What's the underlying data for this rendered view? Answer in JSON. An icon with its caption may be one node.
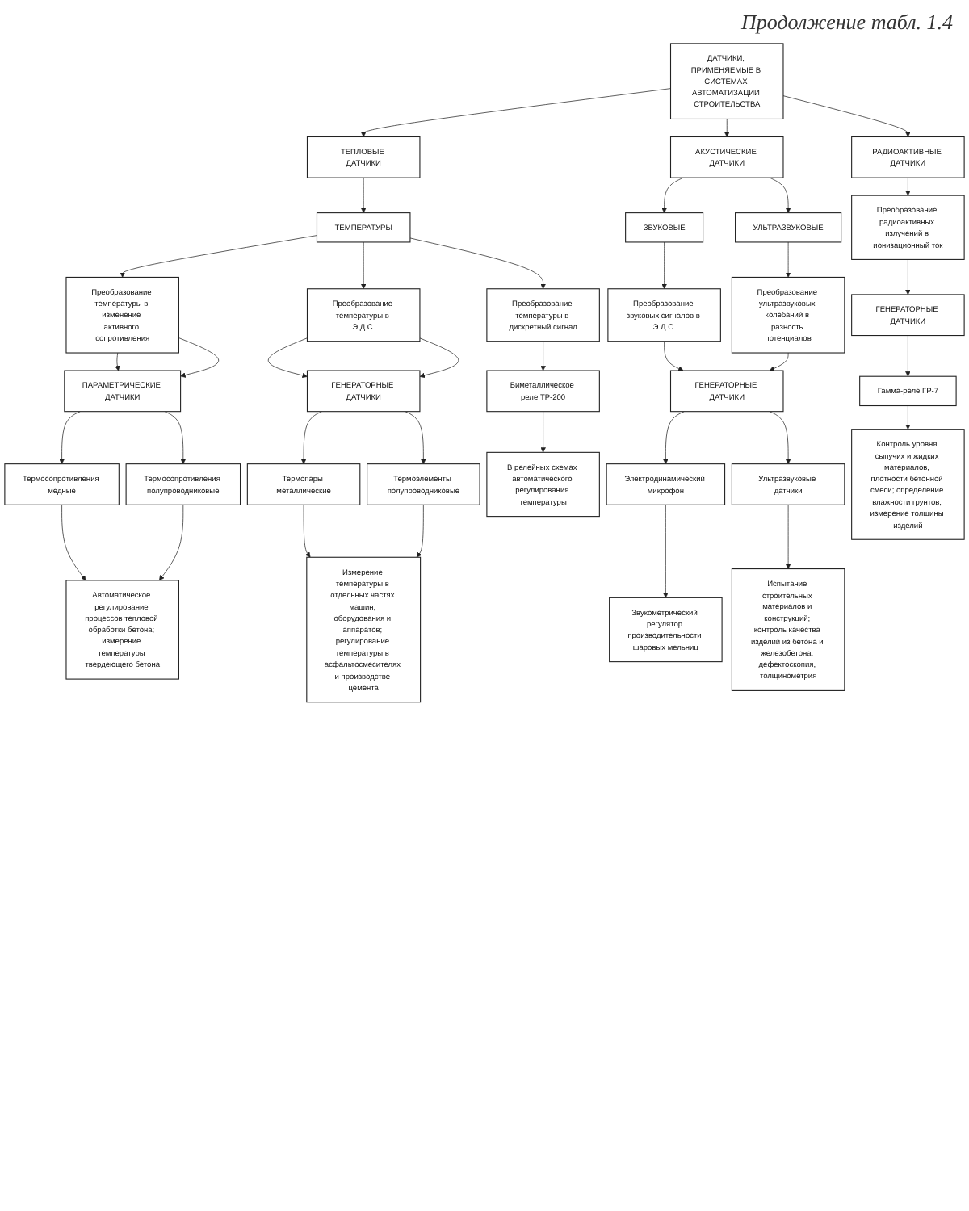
{
  "diagram": {
    "nodes": [
      {
        "text": [
          "ДАТЧИКИ, ПРИМЕНЯЕМЫЕ В СИСТЕМАХ АВТОМАТИЗАЦИИ СТРОИТЕЛЬСТВА"
        ]
      },
      {
        "text": [
          "ТЕПЛОВЫЕ ДАТЧИКИ"
        ]
      },
      {
        "text": [
          "АКУСТИЧЕСКИЕ ДАТЧИКИ"
        ]
      },
      {
        "text": [
          "РАДИОАКТИВНЫЕ ДАТЧИКИ"
        ]
      },
      {
        "text": [
          "ТЕМПЕРАТУРЫ"
        ]
      },
      {
        "text": [
          "ЗВУКОВЫЕ"
        ]
      },
      {
        "text": [
          "УЛЬТРАЗВУКОВЫЕ"
        ]
      },
      {
        "text": [
          "Преобразование температуры в изменение активного сопротивления"
        ]
      },
      {
        "text": [
          "Преобразование температуры в Э.Д.С."
        ]
      },
      {
        "text": [
          "Преобразование температуры в дискретный сигнал"
        ]
      },
      {
        "text": [
          "Преобразование звуковых сигналов в Э.Д.С."
        ]
      },
      {
        "text": [
          "Преобразование ультразвуковых колебаний в разность потенциалов"
        ]
      },
      {
        "text": [
          "Преобразование радиоактивных излучений в ионизационный ток"
        ]
      },
      {
        "text": [
          "ПАРАМЕТРИЧЕСКИЕ ДАТЧИКИ"
        ]
      },
      {
        "text": [
          "ГЕНЕРАТОРНЫЕ ДАТЧИКИ"
        ]
      },
      {
        "text": [
          "ГЕНЕРАТОРНЫЕ ДАТЧИКИ"
        ]
      },
      {
        "text": [
          "ГЕНЕРАТОРНЫЕ ДАТЧИКИ"
        ]
      },
      {
        "text": [
          "Термосопротивления медные"
        ]
      },
      {
        "text": [
          "Термосопротивления полупроводниковые"
        ]
      },
      {
        "text": [
          "Термопары металлические"
        ]
      },
      {
        "text": [
          "Термоэлементы полупроводниковые"
        ]
      },
      {
        "text": [
          "Биметаллическое реле ТР-200"
        ]
      },
      {
        "text": [
          "Электродинамический микрофон"
        ]
      },
      {
        "text": [
          "Ультразвуковые датчики"
        ]
      },
      {
        "text": [
          "Гамма-реле ГР-7"
        ]
      },
      {
        "text": [
          "Автоматическое регулирование процессов тепловой обработки бетона; измерение температуры твердеющего бетона"
        ]
      },
      {
        "text": [
          "Измерение температуры в отдельных частях машин, оборудования и аппаратов; регулирование температуры в асфальтосмесителях и производстве цемента"
        ]
      },
      {
        "text": [
          "В релейных схемах автоматического регулирования температуры"
        ]
      },
      {
        "text": [
          "Звукометрический регулятор производительности шаровых мельниц"
        ]
      },
      {
        "text": [
          "Испытание строительных материалов и конструкций; контроль качества изделий из бетона и железобетона, дефектоскопия, толщинометрия"
        ]
      },
      {
        "text": [
          "Контроль уровня сыпучих и жидких материалов, плотности бетонной смеси; определение влажности грунтов; измерение толщины изделий"
        ]
      }
    ],
    "edges": [
      {
        "from": 0,
        "to": 1,
        "arrow": "to"
      },
      {
        "from": 0,
        "to": 2,
        "arrow": "to"
      },
      {
        "from": 0,
        "to": 3,
        "arrow": "to"
      },
      {
        "from": 1,
        "to": 4,
        "arrow": "to"
      },
      {
        "from": 2,
        "to": 5,
        "arrow": "to"
      },
      {
        "from": 2,
        "to": 6,
        "arrow": "to"
      },
      {
        "from": 4,
        "to": 7,
        "arrow": "to"
      },
      {
        "from": 4,
        "to": 8,
        "arrow": "to"
      },
      {
        "from": 4,
        "to": 9,
        "arrow": "to"
      },
      {
        "from": 5,
        "to": 10,
        "arrow": "to"
      },
      {
        "from": 6,
        "to": 11,
        "arrow": "to"
      },
      {
        "from": 3,
        "to": 12,
        "arrow": "to"
      },
      {
        "from": 7,
        "to": 13,
        "arrow": "to"
      },
      {
        "from": 7,
        "to": 13,
        "arrow": "to"
      },
      {
        "from": 8,
        "to": 14,
        "arrow": "to"
      },
      {
        "from": 8,
        "to": 14,
        "arrow": "to"
      },
      {
        "from": 9,
        "to": 21,
        "arrow": "to"
      },
      {
        "from": 10,
        "to": 15,
        "arrow": "to"
      },
      {
        "from": 11,
        "to": 15,
        "arrow": "to"
      },
      {
        "from": 12,
        "to": 16,
        "arrow": "to"
      },
      {
        "from": 13,
        "to": 17,
        "arrow": "to"
      },
      {
        "from": 13,
        "to": 18,
        "arrow": "to"
      },
      {
        "from": 14,
        "to": 19,
        "arrow": "to"
      },
      {
        "from": 14,
        "to": 20,
        "arrow": "to"
      },
      {
        "from": 15,
        "to": 22,
        "arrow": "to"
      },
      {
        "from": 15,
        "to": 23,
        "arrow": "to"
      },
      {
        "from": 16,
        "to": 24,
        "arrow": "to"
      },
      {
        "from": 17,
        "to": 25,
        "arrow": "to"
      },
      {
        "from": 18,
        "to": 25,
        "arrow": "to"
      },
      {
        "from": 19,
        "to": 26,
        "arrow": "to"
      },
      {
        "from": 20,
        "to": 26,
        "arrow": "to"
      },
      {
        "from": 21,
        "to": 27,
        "arrow": "to"
      },
      {
        "from": 22,
        "to": 28,
        "arrow": "to"
      },
      {
        "from": 23,
        "to": 29,
        "arrow": "to"
      },
      {
        "from": 24,
        "to": 30,
        "arrow": "to"
      }
    ],
    "labels": [
      "Продолжение табл. 1.4"
    ]
  }
}
